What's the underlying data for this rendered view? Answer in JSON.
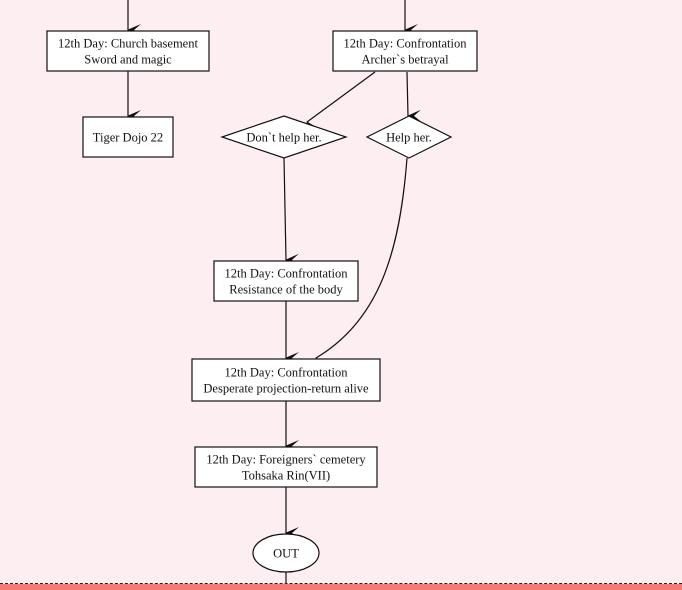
{
  "diagram": {
    "colors": {
      "background": "#fdeef2",
      "node_fill": "#ffffff",
      "stroke": "#111111",
      "bottom_band": "#f47a74"
    },
    "nodes": [
      {
        "id": "church",
        "shape": "box",
        "lines": [
          "12th Day: Church basement",
          "Sword and magic"
        ]
      },
      {
        "id": "tiger",
        "shape": "box",
        "lines": [
          "Tiger Dojo 22"
        ]
      },
      {
        "id": "archer",
        "shape": "box",
        "lines": [
          "12th Day: Confrontation",
          "Archer`s betrayal"
        ]
      },
      {
        "id": "dont_help",
        "shape": "diamond",
        "lines": [
          "Don`t help her."
        ]
      },
      {
        "id": "help",
        "shape": "diamond",
        "lines": [
          "Help her."
        ]
      },
      {
        "id": "resistance",
        "shape": "box",
        "lines": [
          "12th Day: Confrontation",
          "Resistance of the body"
        ]
      },
      {
        "id": "desperate",
        "shape": "box",
        "lines": [
          "12th Day: Confrontation",
          "Desperate projection-return alive"
        ]
      },
      {
        "id": "cemetery",
        "shape": "box",
        "lines": [
          "12th Day: Foreigners` cemetery",
          "Tohsaka Rin(VII)"
        ]
      },
      {
        "id": "out",
        "shape": "ellipse",
        "lines": [
          "OUT"
        ]
      }
    ],
    "edges": [
      {
        "from": "(above)",
        "to": "church"
      },
      {
        "from": "church",
        "to": "tiger"
      },
      {
        "from": "(above)",
        "to": "archer"
      },
      {
        "from": "archer",
        "to": "dont_help"
      },
      {
        "from": "archer",
        "to": "help"
      },
      {
        "from": "dont_help",
        "to": "resistance"
      },
      {
        "from": "help",
        "to": "desperate"
      },
      {
        "from": "resistance",
        "to": "desperate"
      },
      {
        "from": "desperate",
        "to": "cemetery"
      },
      {
        "from": "cemetery",
        "to": "out"
      },
      {
        "from": "out",
        "to": "(below)"
      }
    ]
  }
}
